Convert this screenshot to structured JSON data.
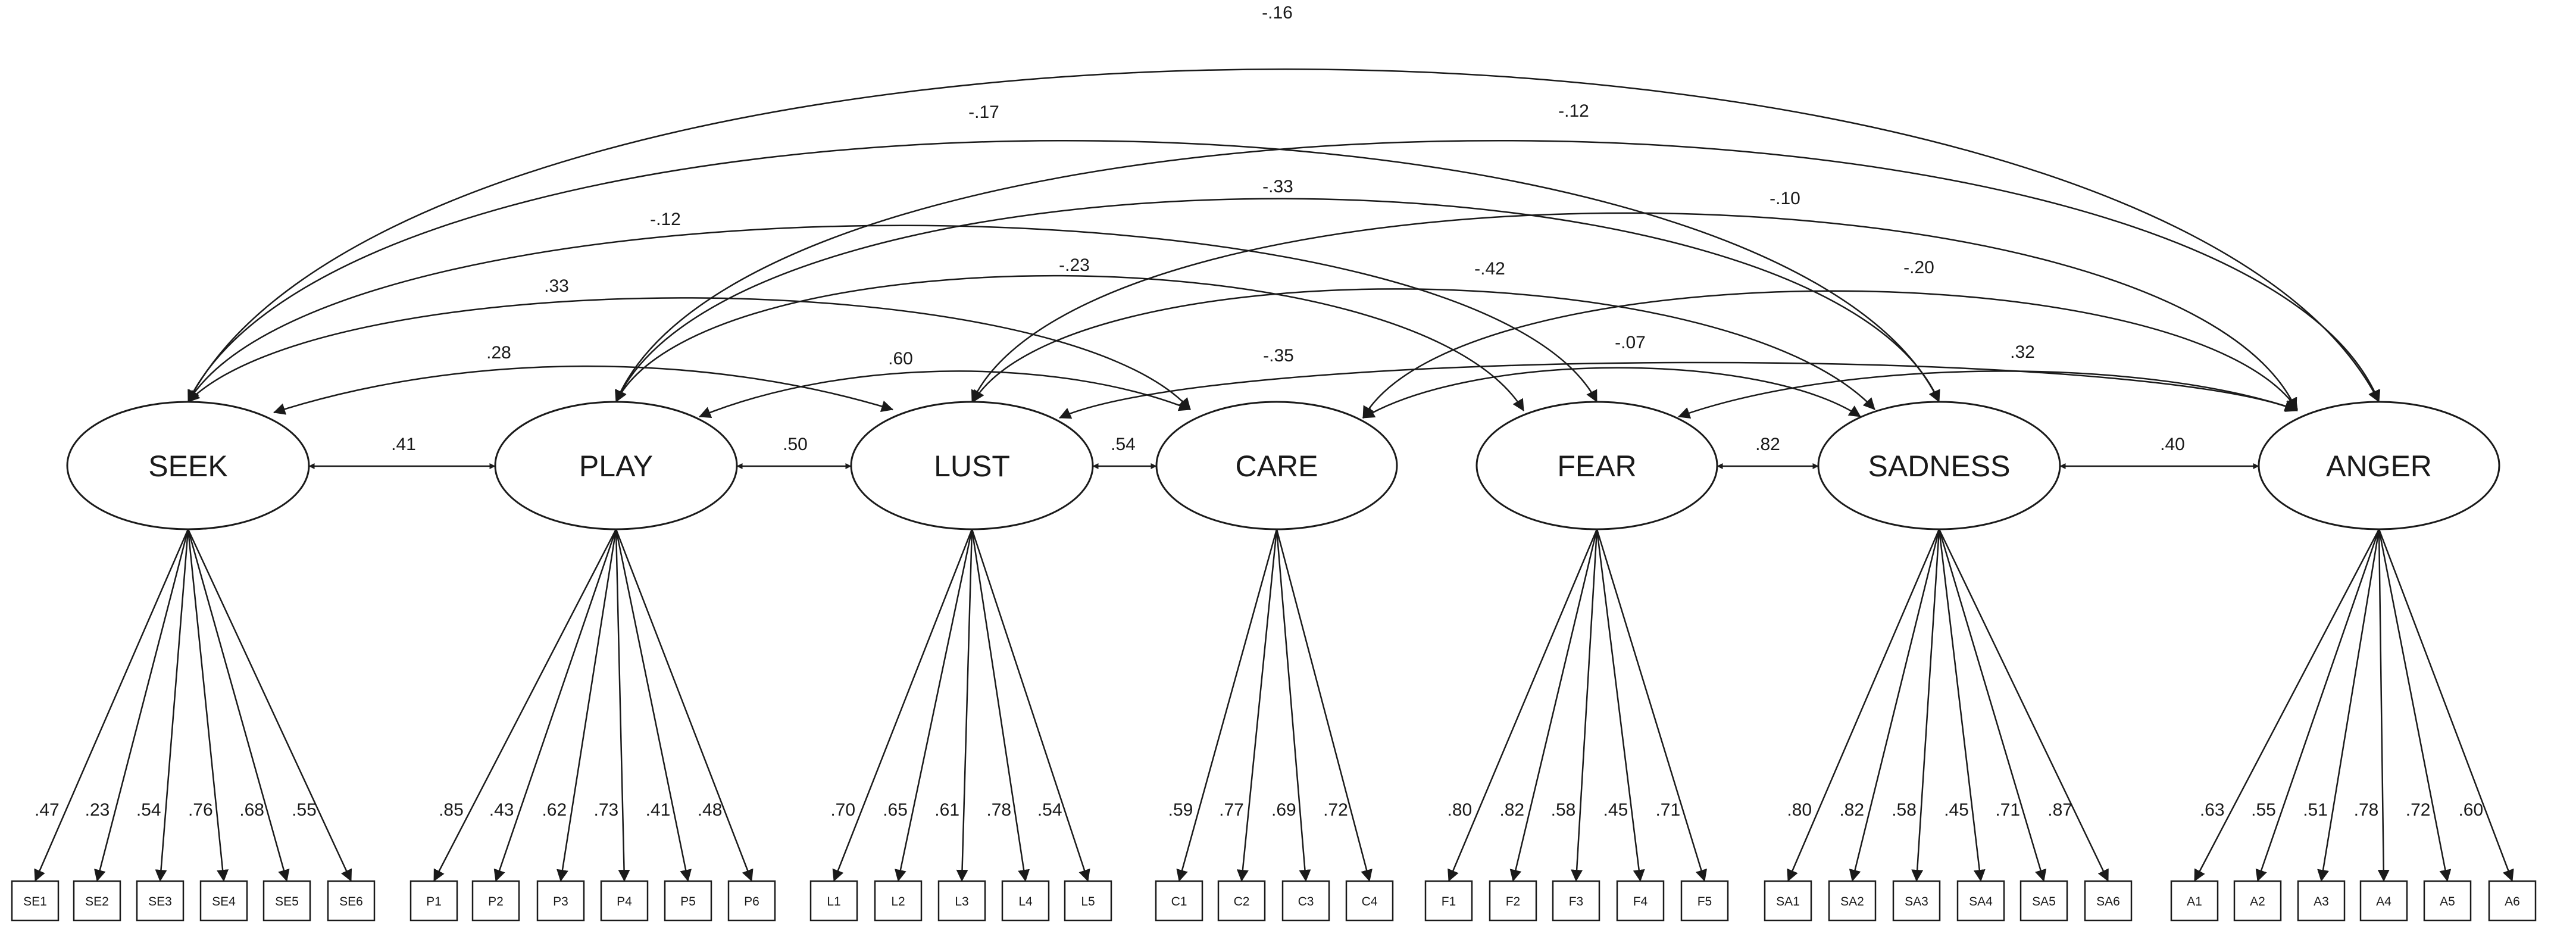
{
  "diagram": {
    "latents": [
      {
        "id": "SEEK",
        "label": "SEEK"
      },
      {
        "id": "PLAY",
        "label": "PLAY"
      },
      {
        "id": "LUST",
        "label": "LUST"
      },
      {
        "id": "CARE",
        "label": "CARE"
      },
      {
        "id": "FEAR",
        "label": "FEAR"
      },
      {
        "id": "SADNESS",
        "label": "SADNESS"
      },
      {
        "id": "ANGER",
        "label": "ANGER"
      }
    ],
    "indicators": [
      {
        "id": "SE1",
        "latent": "SEEK",
        "loading": ".47"
      },
      {
        "id": "SE2",
        "latent": "SEEK",
        "loading": ".23"
      },
      {
        "id": "SE3",
        "latent": "SEEK",
        "loading": ".54"
      },
      {
        "id": "SE4",
        "latent": "SEEK",
        "loading": ".76"
      },
      {
        "id": "SE5",
        "latent": "SEEK",
        "loading": ".68"
      },
      {
        "id": "SE6",
        "latent": "SEEK",
        "loading": ".55"
      },
      {
        "id": "P1",
        "latent": "PLAY",
        "loading": ".85"
      },
      {
        "id": "P2",
        "latent": "PLAY",
        "loading": ".43"
      },
      {
        "id": "P3",
        "latent": "PLAY",
        "loading": ".62"
      },
      {
        "id": "P4",
        "latent": "PLAY",
        "loading": ".73"
      },
      {
        "id": "P5",
        "latent": "PLAY",
        "loading": ".41"
      },
      {
        "id": "P6",
        "latent": "PLAY",
        "loading": ".48"
      },
      {
        "id": "L1",
        "latent": "LUST",
        "loading": ".70"
      },
      {
        "id": "L2",
        "latent": "LUST",
        "loading": ".65"
      },
      {
        "id": "L3",
        "latent": "LUST",
        "loading": ".61"
      },
      {
        "id": "L4",
        "latent": "LUST",
        "loading": ".78"
      },
      {
        "id": "L5",
        "latent": "LUST",
        "loading": ".54"
      },
      {
        "id": "C1",
        "latent": "CARE",
        "loading": ".59"
      },
      {
        "id": "C2",
        "latent": "CARE",
        "loading": ".77"
      },
      {
        "id": "C3",
        "latent": "CARE",
        "loading": ".69"
      },
      {
        "id": "C4",
        "latent": "CARE",
        "loading": ".72"
      },
      {
        "id": "F1",
        "latent": "FEAR",
        "loading": ".80"
      },
      {
        "id": "F2",
        "latent": "FEAR",
        "loading": ".82"
      },
      {
        "id": "F3",
        "latent": "FEAR",
        "loading": ".58"
      },
      {
        "id": "F4",
        "latent": "FEAR",
        "loading": ".45"
      },
      {
        "id": "F5",
        "latent": "FEAR",
        "loading": ".71"
      },
      {
        "id": "SA1",
        "latent": "SADNESS",
        "loading": ".80"
      },
      {
        "id": "SA2",
        "latent": "SADNESS",
        "loading": ".82"
      },
      {
        "id": "SA3",
        "latent": "SADNESS",
        "loading": ".58"
      },
      {
        "id": "SA4",
        "latent": "SADNESS",
        "loading": ".45"
      },
      {
        "id": "SA5",
        "latent": "SADNESS",
        "loading": ".71"
      },
      {
        "id": "SA6",
        "latent": "SADNESS",
        "loading": ".87"
      },
      {
        "id": "A1",
        "latent": "ANGER",
        "loading": ".63"
      },
      {
        "id": "A2",
        "latent": "ANGER",
        "loading": ".55"
      },
      {
        "id": "A3",
        "latent": "ANGER",
        "loading": ".51"
      },
      {
        "id": "A4",
        "latent": "ANGER",
        "loading": ".78"
      },
      {
        "id": "A5",
        "latent": "ANGER",
        "loading": ".72"
      },
      {
        "id": "A6",
        "latent": "ANGER",
        "loading": ".60"
      }
    ],
    "correlations": [
      {
        "from": "SEEK",
        "to": "PLAY",
        "value": ".41"
      },
      {
        "from": "PLAY",
        "to": "LUST",
        "value": ".50"
      },
      {
        "from": "LUST",
        "to": "CARE",
        "value": ".54"
      },
      {
        "from": "FEAR",
        "to": "SADNESS",
        "value": ".82"
      },
      {
        "from": "SADNESS",
        "to": "ANGER",
        "value": ".40"
      },
      {
        "from": "SEEK",
        "to": "LUST",
        "value": ".28"
      },
      {
        "from": "PLAY",
        "to": "CARE",
        "value": ".60"
      },
      {
        "from": "CARE",
        "to": "ANGER",
        "value": "-.35"
      },
      {
        "from": "FEAR",
        "to": "ANGER",
        "value": ".32"
      },
      {
        "from": "LUST",
        "to": "SADNESS",
        "value": "-.42"
      },
      {
        "from": "SEEK",
        "to": "CARE",
        "value": ".33"
      },
      {
        "from": "PLAY",
        "to": "FEAR",
        "value": "-.23"
      },
      {
        "from": "CARE",
        "to": "ANGER",
        "value": "-.20"
      },
      {
        "from": "SEEK",
        "to": "FEAR",
        "value": "-.12"
      },
      {
        "from": "PLAY",
        "to": "SADNESS",
        "value": "-.33"
      },
      {
        "from": "LUST",
        "to": "ANGER",
        "value": "-.10"
      },
      {
        "from": "SEEK",
        "to": "SADNESS",
        "value": "-.17"
      },
      {
        "from": "PLAY",
        "to": "ANGER",
        "value": "-.12"
      },
      {
        "from": "SEEK",
        "to": "ANGER",
        "value": "-.16"
      },
      {
        "from": "CARE",
        "to": "SADNESS",
        "value": "-.07"
      }
    ]
  }
}
